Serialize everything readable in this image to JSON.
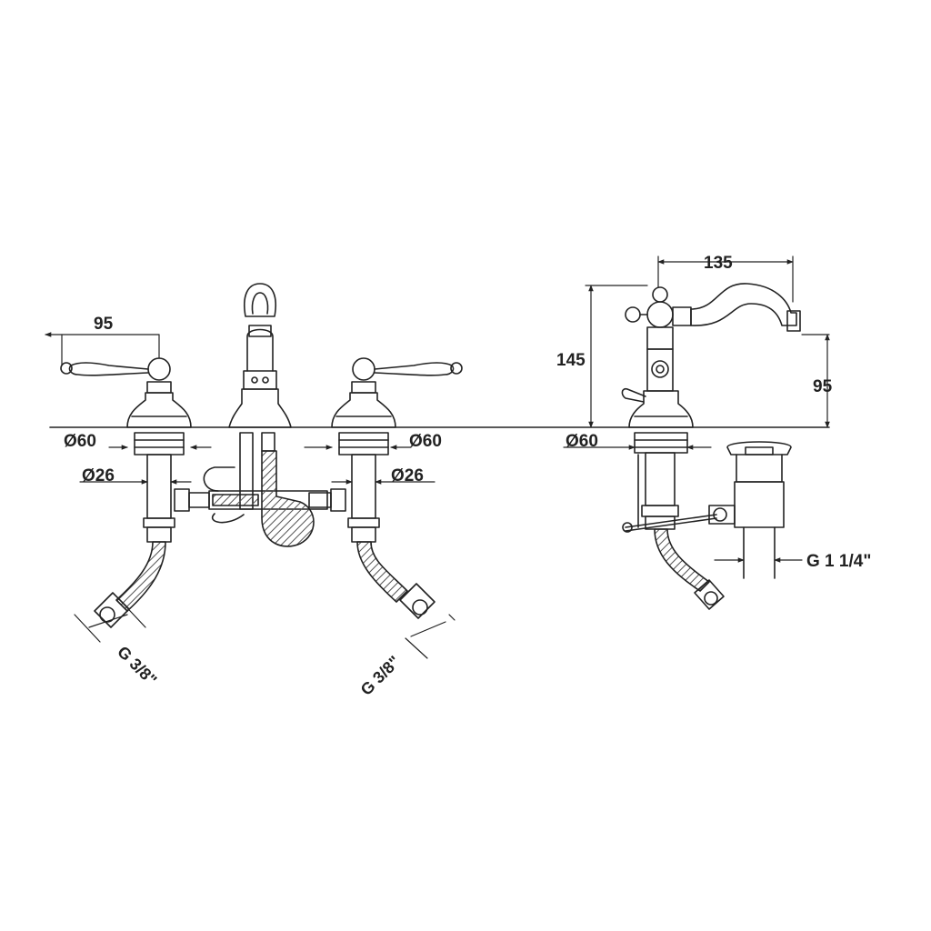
{
  "colors": {
    "background": "#ffffff",
    "line": "#222222",
    "hatch": "#555555"
  },
  "dimensions": {
    "front_width": "95",
    "left_base_diameter": "Ø60",
    "left_shank_diameter": "Ø26",
    "right_base_diameter": "Ø60",
    "right_shank_diameter": "Ø26",
    "left_hose_thread": "G 3/8\"",
    "right_hose_thread": "G 3/8\"",
    "side_reach": "135",
    "side_height": "145",
    "side_spout_height": "95",
    "side_base_diameter": "Ø60",
    "waste_thread": "G 1 1/4\""
  }
}
